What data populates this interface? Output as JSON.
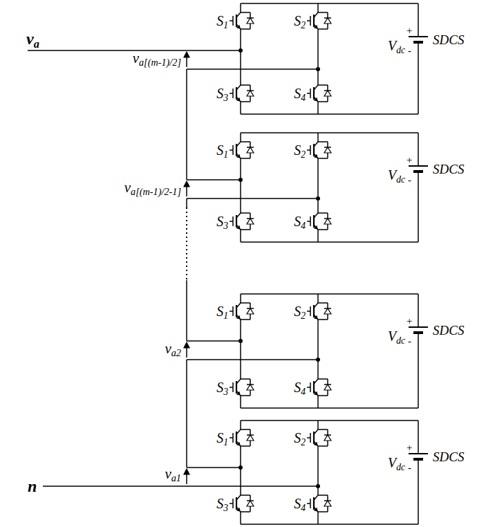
{
  "diagram": {
    "labels": [
      "va",
      "va[(m-1)/2]",
      "va[(m-1)/2-1]",
      "va2",
      "va1",
      "n",
      "S1",
      "S2",
      "S3",
      "S4",
      "Vdc",
      "+",
      "-",
      "SDCS",
      "S1",
      "S2",
      "S3",
      "S4",
      "Vdc",
      "+",
      "-",
      "SDCS",
      "S1",
      "S2",
      "S3",
      "S4",
      "Vdc",
      "+",
      "-",
      "SDCS",
      "S1",
      "S2",
      "S3",
      "S4",
      "Vdc",
      "+",
      "-",
      "SDCS"
    ]
  }
}
